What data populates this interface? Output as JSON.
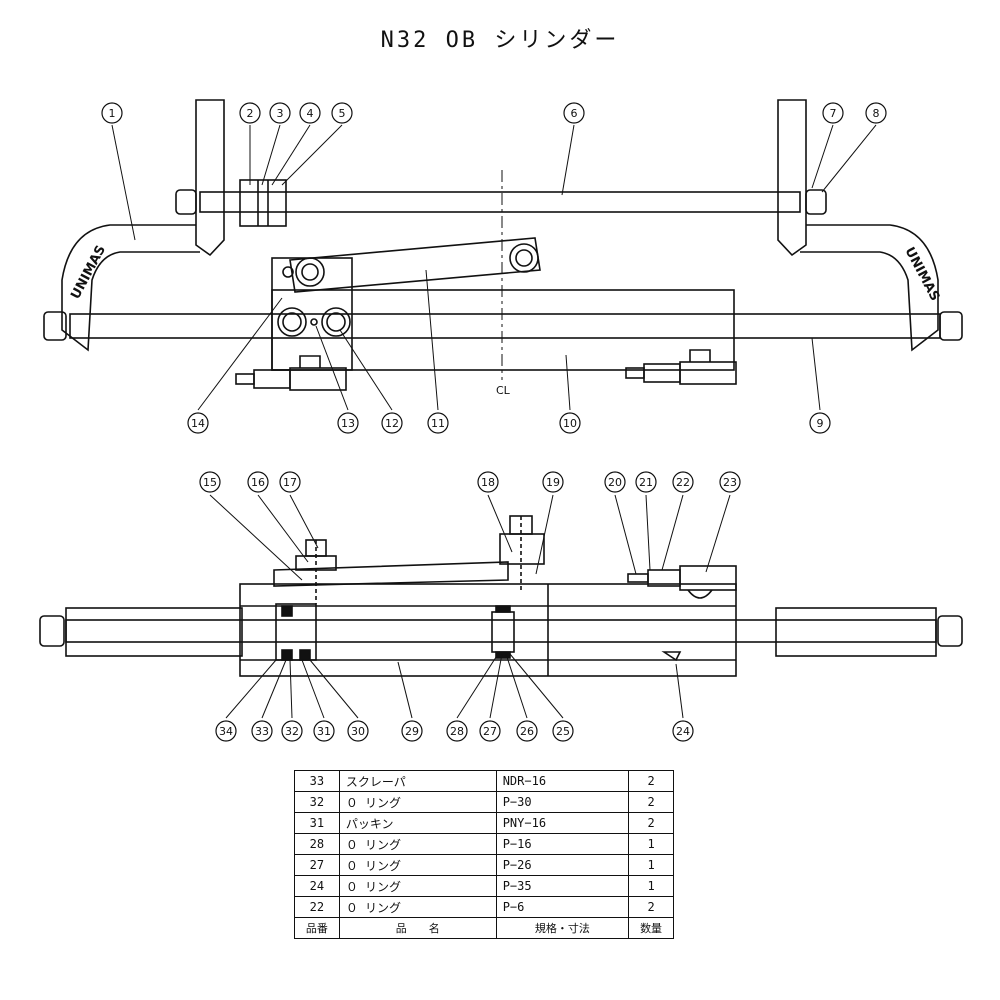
{
  "title": "N32 OB シリンダー",
  "top_view": {
    "brand_left": "UNIMAS",
    "brand_right": "UNIMAS",
    "centerline_label": "CL"
  },
  "callouts": [
    "1",
    "2",
    "3",
    "4",
    "5",
    "6",
    "7",
    "8",
    "9",
    "10",
    "11",
    "12",
    "13",
    "14",
    "15",
    "16",
    "17",
    "18",
    "19",
    "20",
    "21",
    "22",
    "23",
    "24",
    "25",
    "26",
    "27",
    "28",
    "29",
    "30",
    "31",
    "32",
    "33",
    "34"
  ],
  "parts_table": {
    "rows": [
      {
        "no": "33",
        "name": "スクレーパ",
        "spec": "NDR−16",
        "qty": "2"
      },
      {
        "no": "32",
        "name": "０ リング",
        "spec": "P−30",
        "qty": "2"
      },
      {
        "no": "31",
        "name": "パッキン",
        "spec": "PNY−16",
        "qty": "2"
      },
      {
        "no": "28",
        "name": "０ リング",
        "spec": "P−16",
        "qty": "1"
      },
      {
        "no": "27",
        "name": "０ リング",
        "spec": "P−26",
        "qty": "1"
      },
      {
        "no": "24",
        "name": "０ リング",
        "spec": "P−35",
        "qty": "1"
      },
      {
        "no": "22",
        "name": "０ リング",
        "spec": "P−6",
        "qty": "2"
      }
    ],
    "headers": {
      "no": "品番",
      "name": "品　　名",
      "spec": "規格・寸法",
      "qty": "数量"
    }
  }
}
